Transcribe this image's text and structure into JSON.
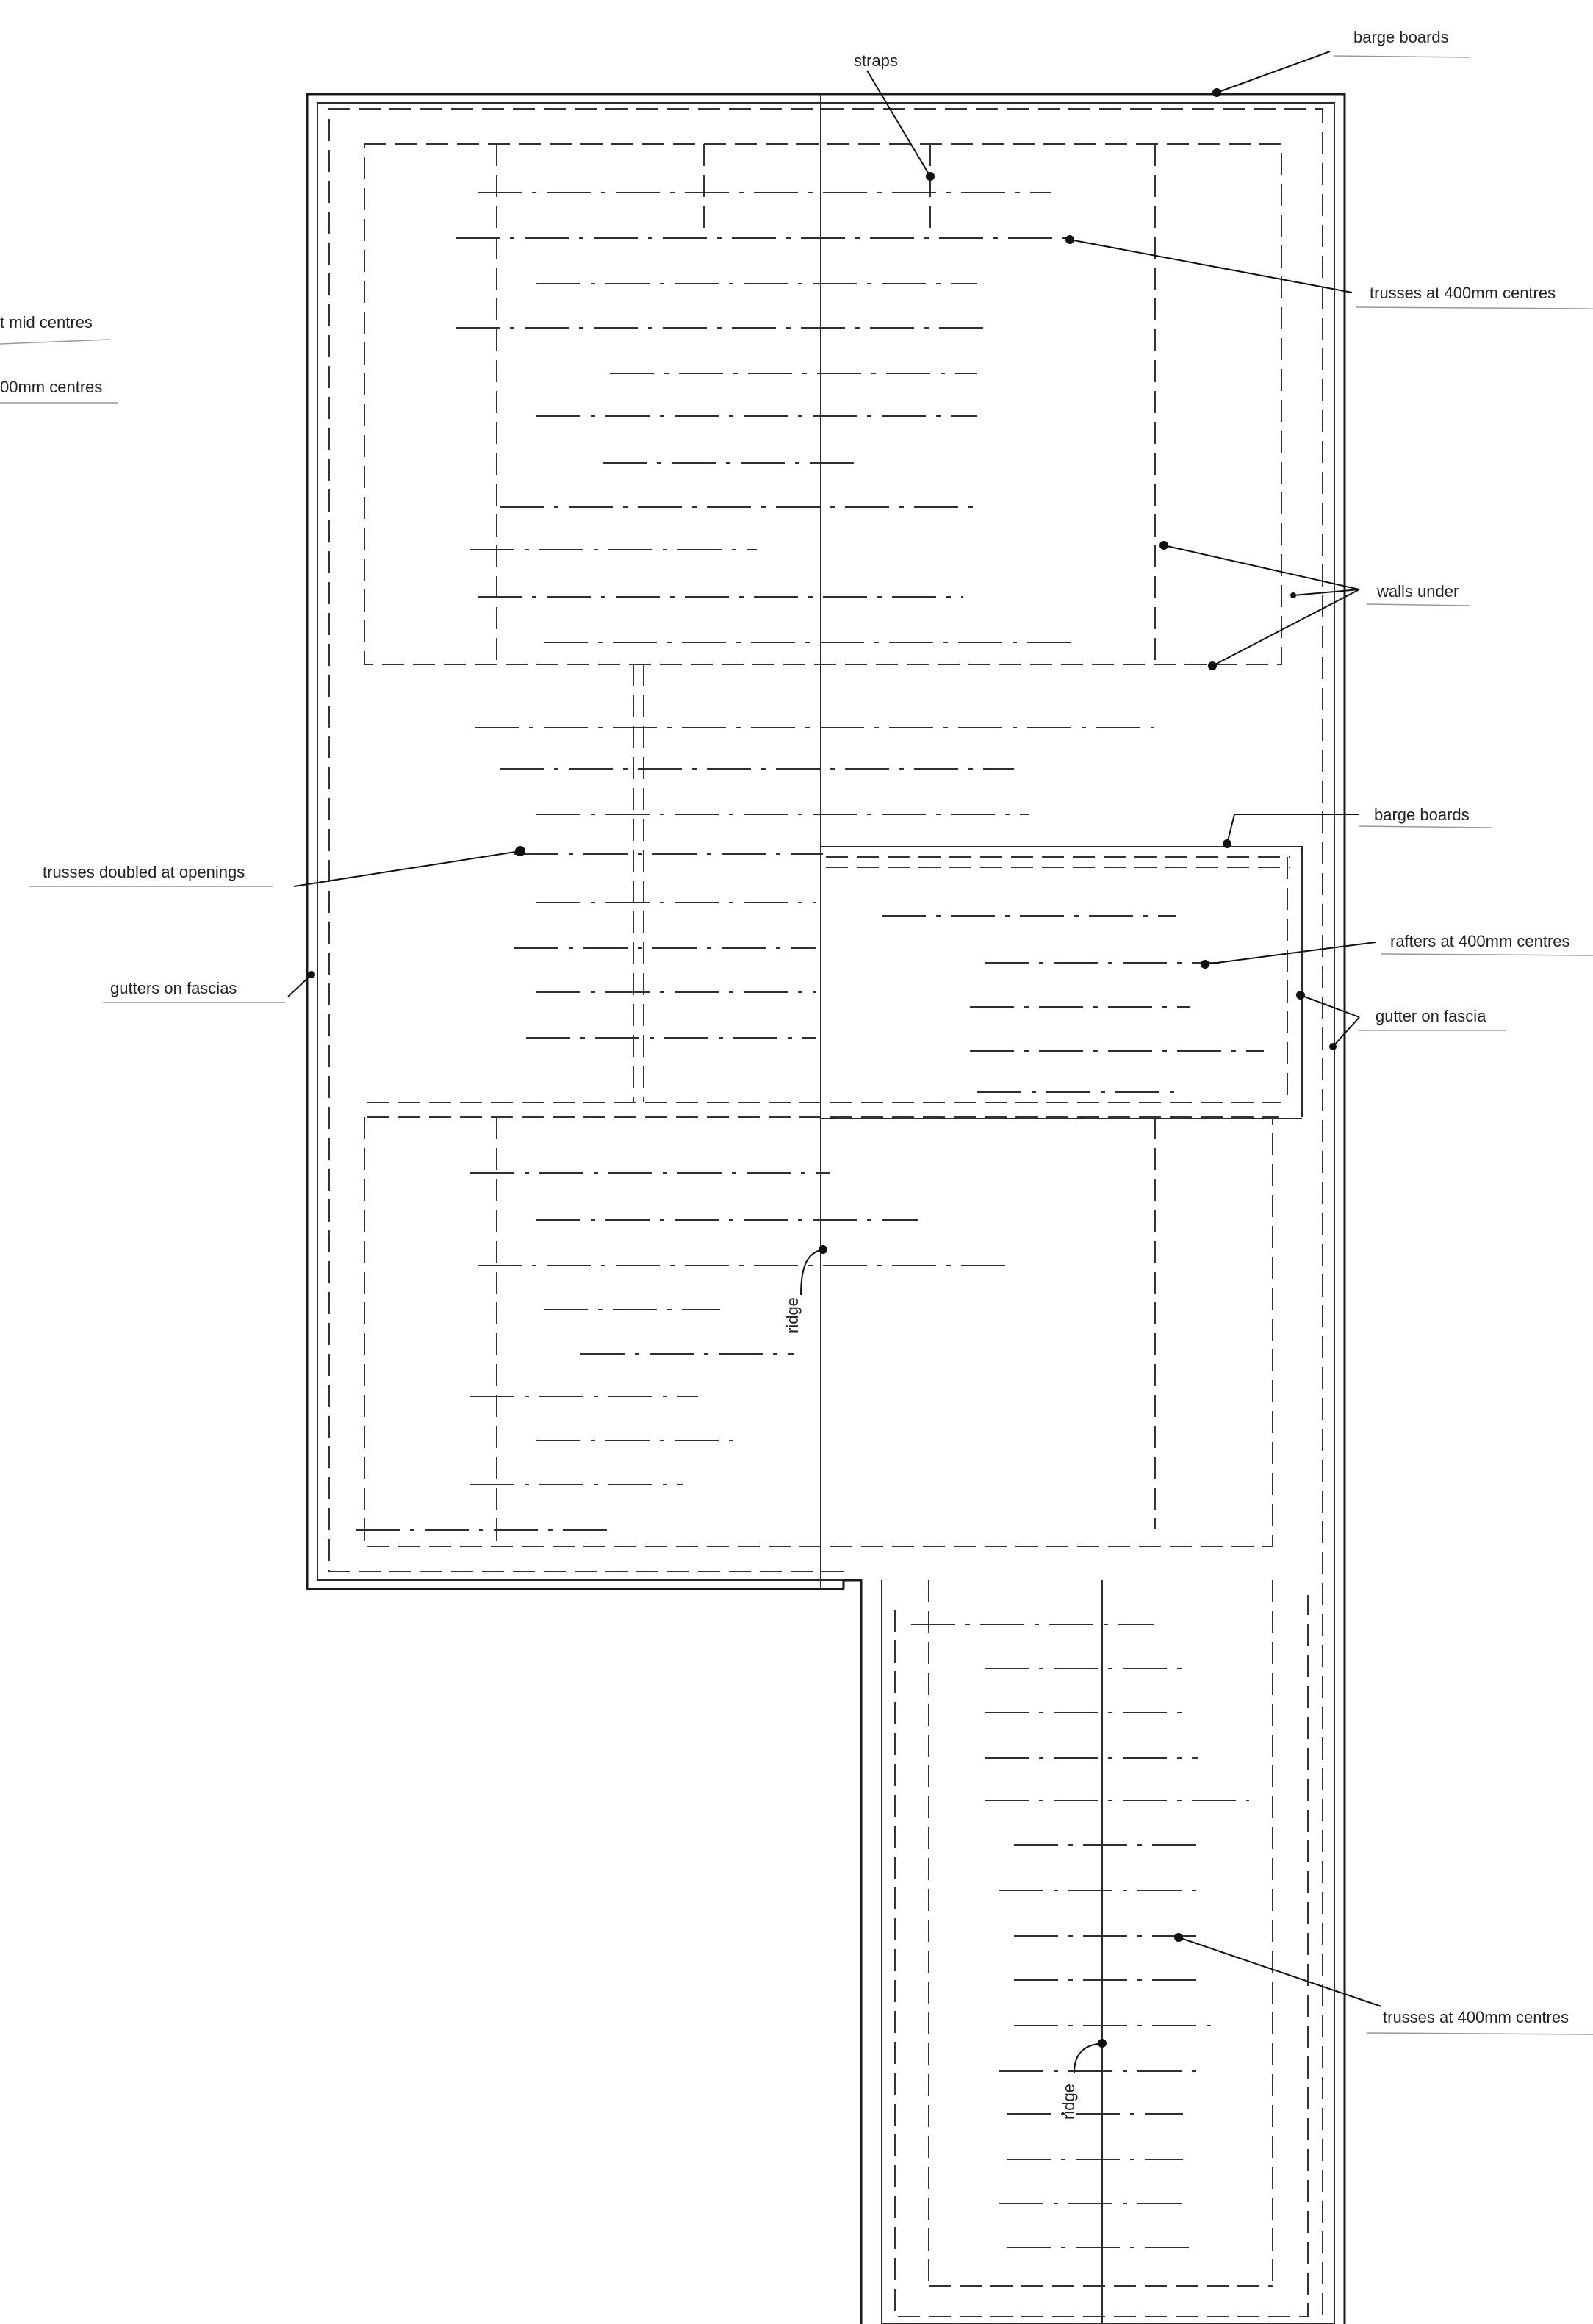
{
  "diagram": {
    "title": "",
    "line_color": "#1a1a1a",
    "annotations": {
      "barge_boards_top": "barge boards",
      "straps": "straps",
      "trusses_400_top": "trusses at 400mm centres",
      "walls_under": "walls under",
      "barge_boards_mid": "barge boards",
      "trusses_doubled": "trusses doubled at openings",
      "rafters_400": "rafters at 400mm centres",
      "gutters_on_fascias": "gutters on fascias",
      "gutter_on_fascia": "gutter on fascia",
      "ridge_main": "ridge",
      "trusses_400_bottom": "trusses at 400mm centres",
      "ridge_wing": "ridge",
      "cut_left_1": "t mid centres",
      "cut_left_2": "00mm centres"
    }
  }
}
